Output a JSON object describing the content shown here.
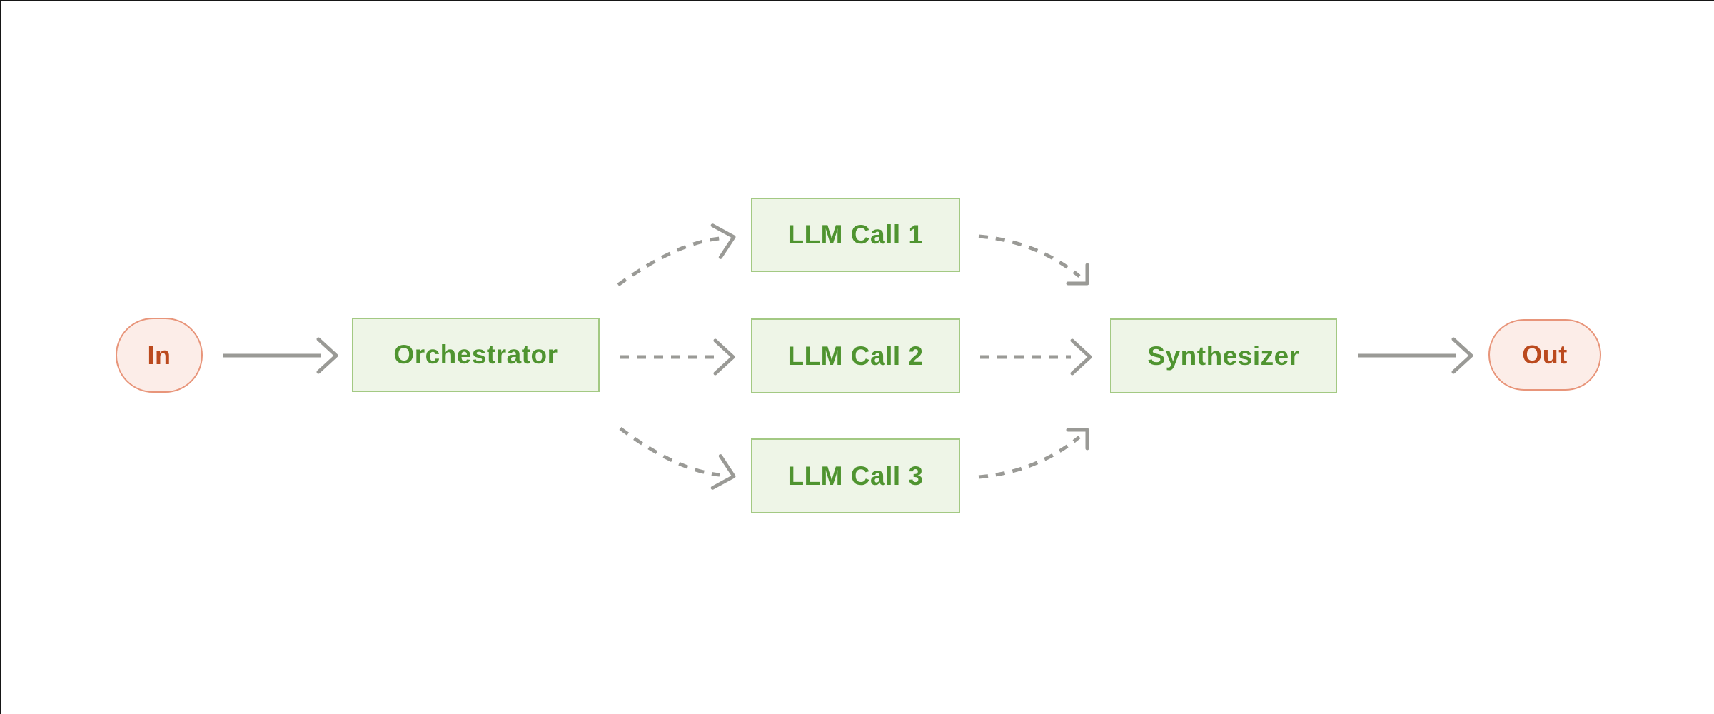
{
  "diagram": {
    "name": "orchestrator-workers-workflow",
    "nodes": {
      "in": {
        "label": "In"
      },
      "orchestrator": {
        "label": "Orchestrator"
      },
      "llm_call_1": {
        "label": "LLM Call 1"
      },
      "llm_call_2": {
        "label": "LLM Call 2"
      },
      "llm_call_3": {
        "label": "LLM Call 3"
      },
      "synthesizer": {
        "label": "Synthesizer"
      },
      "out": {
        "label": "Out"
      }
    },
    "edges": [
      {
        "from": "In",
        "to": "Orchestrator",
        "style": "solid",
        "shape": "straight"
      },
      {
        "from": "Orchestrator",
        "to": "LLM Call 1",
        "style": "dashed",
        "shape": "curved-up"
      },
      {
        "from": "Orchestrator",
        "to": "LLM Call 2",
        "style": "dashed",
        "shape": "straight"
      },
      {
        "from": "Orchestrator",
        "to": "LLM Call 3",
        "style": "dashed",
        "shape": "curved-down"
      },
      {
        "from": "LLM Call 1",
        "to": "Synthesizer",
        "style": "dashed",
        "shape": "curved-down"
      },
      {
        "from": "LLM Call 2",
        "to": "Synthesizer",
        "style": "dashed",
        "shape": "straight"
      },
      {
        "from": "LLM Call 3",
        "to": "Synthesizer",
        "style": "dashed",
        "shape": "curved-up"
      },
      {
        "from": "Synthesizer",
        "to": "Out",
        "style": "solid",
        "shape": "straight"
      }
    ],
    "colors": {
      "worker_fill": "#eef5e7",
      "worker_border": "#a3c983",
      "worker_text": "#4f9430",
      "terminal_fill": "#fcede8",
      "terminal_border": "#e8957a",
      "terminal_text": "#bb4a1e",
      "arrow": "#9a9a96",
      "screen_edge": "#161616"
    }
  }
}
